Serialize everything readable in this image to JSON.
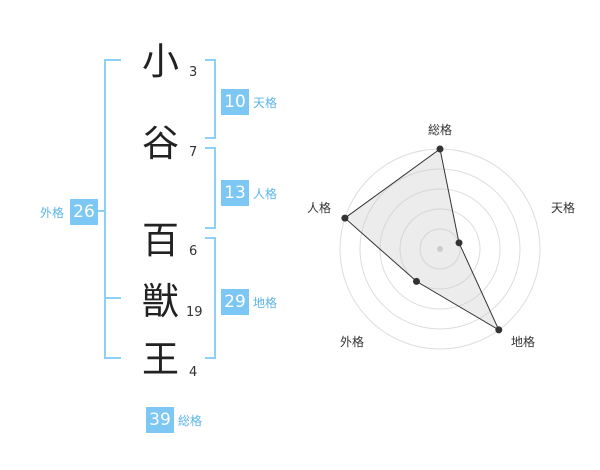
{
  "name": {
    "chars": [
      {
        "char": "小",
        "strokes": "3"
      },
      {
        "char": "谷",
        "strokes": "7"
      },
      {
        "char": "百",
        "strokes": "6"
      },
      {
        "char": "獣",
        "strokes": "19"
      },
      {
        "char": "王",
        "strokes": "4"
      }
    ]
  },
  "fortunes": {
    "tenkaku": {
      "value": "10",
      "label": "天格"
    },
    "jinkaku": {
      "value": "13",
      "label": "人格"
    },
    "chikaku": {
      "value": "29",
      "label": "地格"
    },
    "gaikaku": {
      "value": "26",
      "label": "外格"
    },
    "soukaku": {
      "value": "39",
      "label": "総格"
    }
  },
  "colors": {
    "accent": "#7cc7f4",
    "label": "#5bb4ea",
    "bracket": "#8fd0f6",
    "ring": "#dddddd",
    "fill": "#efefef"
  },
  "chart_data": {
    "type": "radar",
    "axes": [
      "総格",
      "天格",
      "地格",
      "外格",
      "人格"
    ],
    "values": [
      5,
      1,
      5,
      2,
      5
    ],
    "rmax": 5,
    "grid": true
  }
}
